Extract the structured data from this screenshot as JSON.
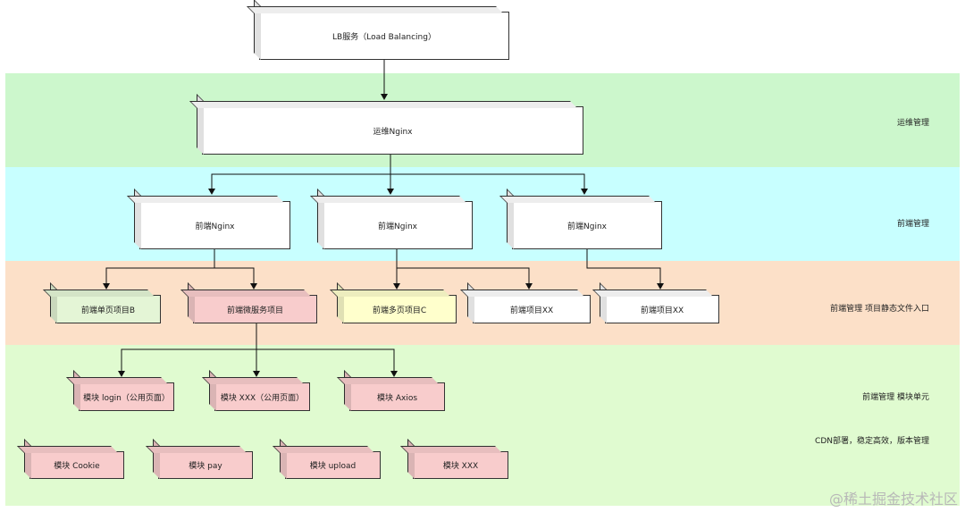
{
  "nodes": {
    "lb": "LB服务（Load Balancing）",
    "ops_nginx": "运维Nginx",
    "fe_nginx_1": "前端Nginx",
    "fe_nginx_2": "前端Nginx",
    "fe_nginx_3": "前端Nginx",
    "spa_b": "前端单页项目B",
    "micro": "前端微服务项目",
    "mpa_c": "前端多页项目C",
    "proj_xx_1": "前端项目XX",
    "proj_xx_2": "前端项目XX",
    "mod_login": "模块  login（公用页面）",
    "mod_xxx_public": "模块  XXX（公用页面）",
    "mod_axios": "模块 Axios",
    "mod_cookie": "模块 Cookie",
    "mod_pay": "模块 pay",
    "mod_upload": "模块 upload",
    "mod_xxx": "模块 XXX"
  },
  "layers": {
    "ops": "运维管理",
    "fe": "前端管理",
    "entry": "前端管理 项目静态文件入口",
    "modules": "前端管理 模块单元",
    "cdn": "CDN部署，稳定高效，版本管理"
  },
  "colors": {
    "ops_band": "#ccf7cc",
    "fe_band": "#c8ffff",
    "entry_band": "#fce0c8",
    "modules_band": "#e0fbd0",
    "pink_box": "#f8cccc",
    "green_box": "#e4f5d6",
    "yellow_box": "#ffffcc"
  },
  "watermark": "@稀土掘金技术社区"
}
